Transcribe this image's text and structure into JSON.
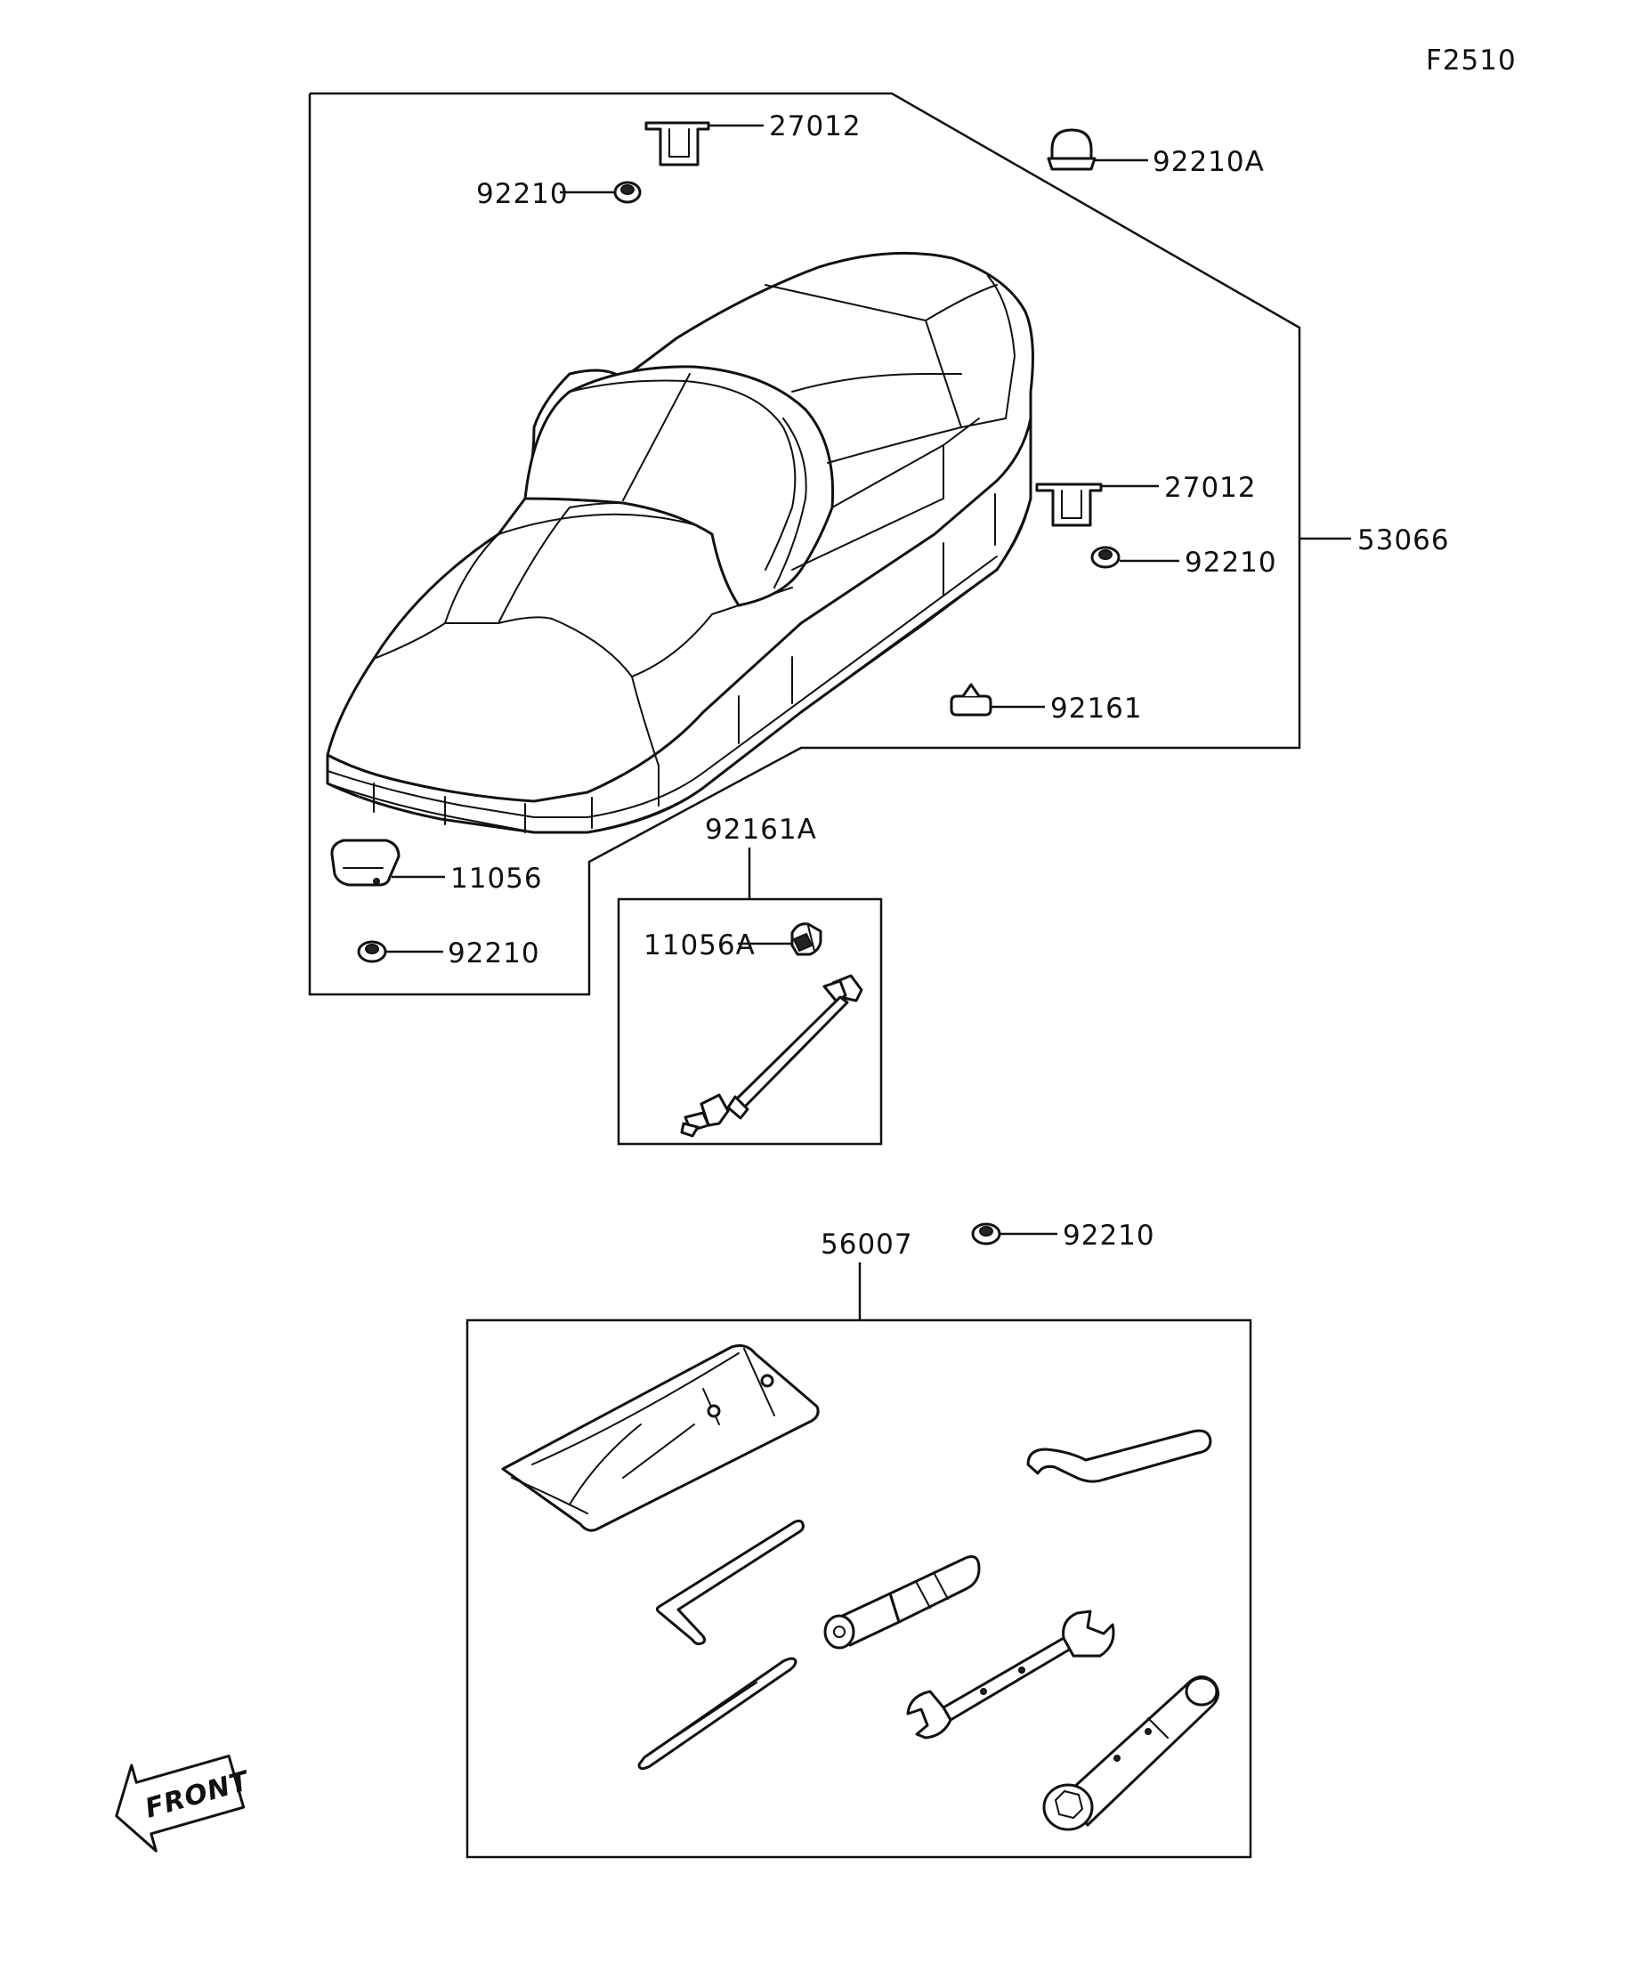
{
  "figure_code": "F2510",
  "seat_group_label": "53066",
  "toolkit_group_label": "56007",
  "sub_group_label": "92161A",
  "front_label": "FRONT",
  "parts": {
    "hook_top": "27012",
    "damper_top_left": "92210",
    "cap_nut": "92210A",
    "hook_right": "27012",
    "damper_right": "92210",
    "stopper": "92161",
    "hinge_cover": "11056",
    "damper_bottom_left": "92210",
    "cover_sub": "11056A",
    "damper_toolkit": "92210"
  }
}
